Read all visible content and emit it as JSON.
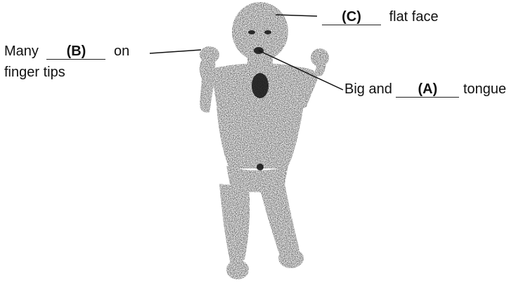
{
  "labels": {
    "c": {
      "letter": "(C)",
      "text": "flat face"
    },
    "b": {
      "prefix": "Many",
      "letter": "(B)",
      "suffix": "on",
      "second_line": "finger tips"
    },
    "a": {
      "prefix": "Big and",
      "letter": "(A)",
      "suffix": "tongue"
    }
  }
}
